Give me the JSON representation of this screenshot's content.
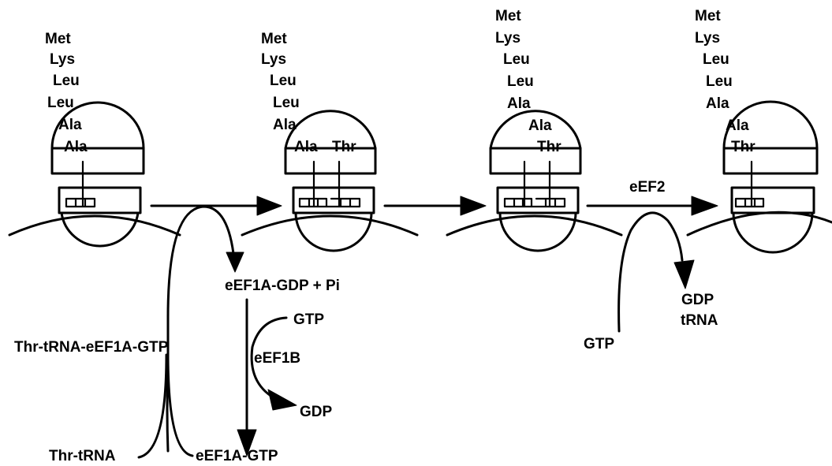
{
  "stages": [
    {
      "chain": [
        "Met",
        "Lys",
        "Leu",
        "Leu",
        "Ala",
        "Ala"
      ],
      "site_labels": []
    },
    {
      "chain": [
        "Met",
        "Lys",
        "Leu",
        "Leu",
        "Ala",
        "Ala"
      ],
      "site_labels": [
        "Thr"
      ]
    },
    {
      "chain": [
        "Met",
        "Lys",
        "Leu",
        "Leu",
        "Ala",
        "Ala",
        "Thr"
      ],
      "site_labels": []
    },
    {
      "chain": [
        "Met",
        "Lys",
        "Leu",
        "Leu",
        "Ala",
        "Ala",
        "Thr"
      ],
      "site_labels": []
    }
  ],
  "labels": {
    "thr_trna_complex": "Thr-tRNA-eEF1A-GTP",
    "thr_trna": "Thr-tRNA",
    "eef1a_gtp": "eEF1A-GTP",
    "eef1a_gdp_pi": "eEF1A-GDP + Pi",
    "gtp_exchange": "GTP",
    "eef1b": "eEF1B",
    "gdp_exchange": "GDP",
    "eef2": "eEF2",
    "gtp_eef2": "GTP",
    "gdp_out": "GDP",
    "trna_out": "tRNA"
  }
}
